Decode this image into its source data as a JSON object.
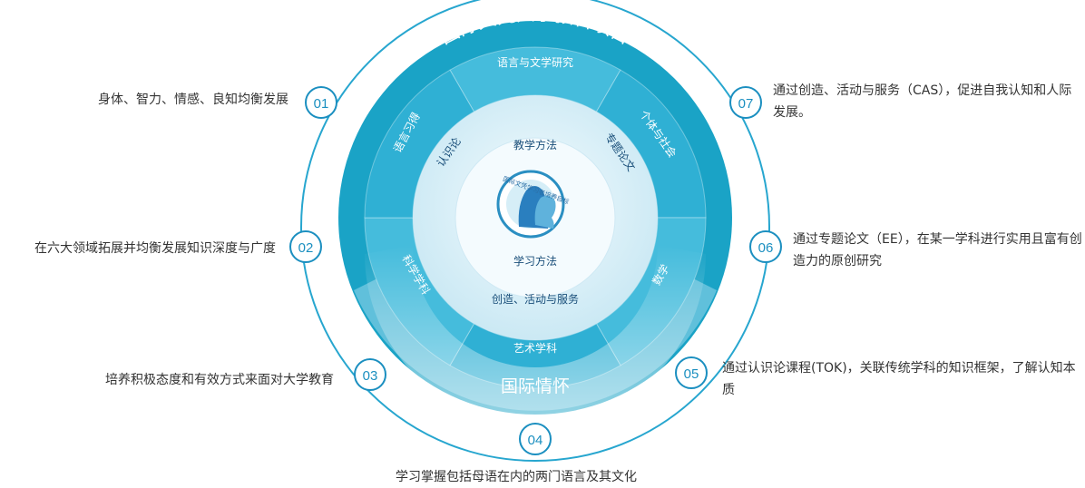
{
  "outer_ring": {
    "top_label": "国际文凭大学预科项目",
    "bottom_label": "国际情怀"
  },
  "segments": [
    {
      "id": "language-literature",
      "label": "语言与文学研究"
    },
    {
      "id": "individuals-societies",
      "label": "个体与社会"
    },
    {
      "id": "mathematics",
      "label": "数学"
    },
    {
      "id": "arts",
      "label": "艺术学科"
    },
    {
      "id": "sciences",
      "label": "科学学科"
    },
    {
      "id": "language-acquisition",
      "label": "语言习得"
    }
  ],
  "core_ring": [
    {
      "id": "tok",
      "label": "认识论"
    },
    {
      "id": "ee",
      "label": "专题论文"
    },
    {
      "id": "cas",
      "label": "创造、活动与服务"
    }
  ],
  "center": {
    "teaching": "教学方法",
    "learning": "学习方法",
    "logo_text": "国际文凭学习者培养目标"
  },
  "colors": {
    "dark_teal": "#1aa3c6",
    "mid_teal": "#3ab6d6",
    "light_blue": "#bfe4f1",
    "core_blue": "#d9eff7",
    "badge": "#1b8fc0"
  },
  "points": [
    {
      "num": "01",
      "text": "身体、智力、情感、良知均衡发展"
    },
    {
      "num": "02",
      "text": "在六大领域拓展并均衡发展知识深度与广度"
    },
    {
      "num": "03",
      "text": "培养积极态度和有效方式来面对大学教育"
    },
    {
      "num": "04",
      "text": "学习掌握包括母语在内的两门语言及其文化"
    },
    {
      "num": "05",
      "text": "通过认识论课程(TOK)，关联传统学科的知识框架，了解认知本质"
    },
    {
      "num": "06",
      "text": "通过专题论文（EE），在某一学科进行实用且富有创造力的原创研究"
    },
    {
      "num": "07",
      "text": "通过创造、活动与服务（CAS），促进自我认知和人际发展。"
    }
  ]
}
